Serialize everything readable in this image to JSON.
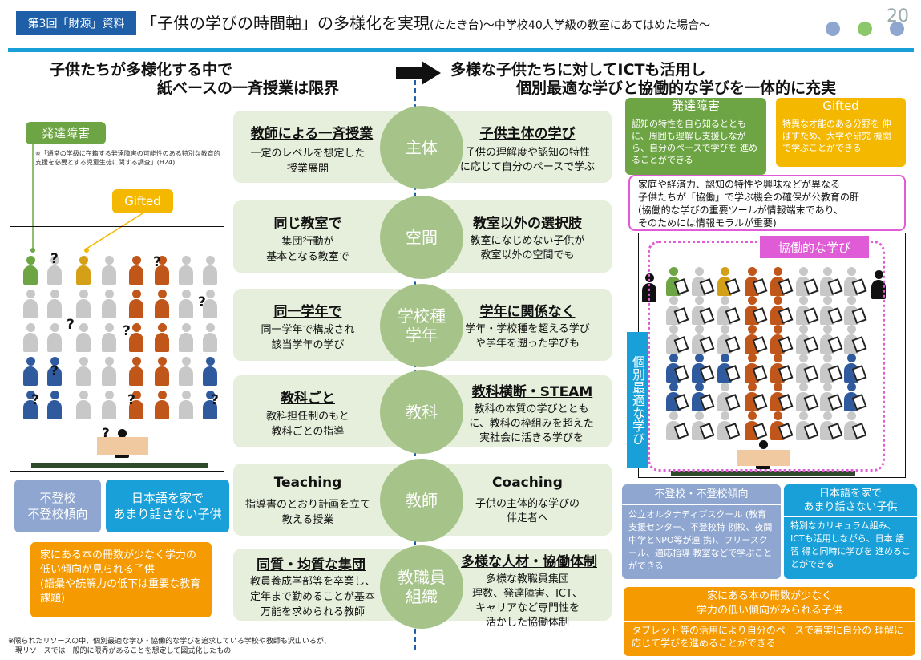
{
  "header": {
    "tag": "第3回「財源」資料",
    "title": "「子供の学びの時間軸」の多様化を実現",
    "title_sub": "(たたき台)～中学校40人学級の教室にあてはめた場合～",
    "page": "20",
    "dot_colors": [
      "#8ea6d0",
      "#8cc86b",
      "#8ea6d0"
    ]
  },
  "left_heading": {
    "line1": "子供たちが多様化する中で",
    "line2": "紙ベースの一斉授業は限界"
  },
  "right_heading": {
    "line1": "多様な子供たちに対してICTも活用し",
    "line2": "個別最適な学びと協働的な学びを一体的に充実"
  },
  "rows": [
    {
      "label": "主体",
      "left_title": "教師による一斉授業",
      "left_desc": "一定のレベルを想定した\n授業展開",
      "right_title": "子供主体の学び",
      "right_desc": "子供の理解度や認知の特性\nに応じて自分のペースで学ぶ"
    },
    {
      "label": "空間",
      "left_title": "同じ教室で",
      "left_desc": "集団行動が\n基本となる教室で",
      "right_title": "教室以外の選択肢",
      "right_desc": "教室になじめない子供が\n教室以外の空間でも"
    },
    {
      "label": "学校種\n学年",
      "left_title": "同一学年で",
      "left_desc": "同一学年で構成され\n該当学年の学び",
      "right_title": "学年に関係なく",
      "right_desc": "学年・学校種を超える学び\nや学年を遡った学びも"
    },
    {
      "label": "教科",
      "left_title": "教科ごと",
      "left_desc": "教科担任制のもと\n教科ごとの指導",
      "right_title": "教科横断・STEAM",
      "right_desc": "教科の本質の学びととも\nに、教科の枠組みを超えた\n実社会に活きる学びを"
    },
    {
      "label": "教師",
      "left_title": "Teaching",
      "left_desc": "指導書のとおり計画を立て\n教える授業",
      "right_title": "Coaching",
      "right_desc": "子供の主体的な学びの\n伴走者へ"
    },
    {
      "label": "教職員\n組織",
      "left_title": "同質・均質な集団",
      "left_desc": "教員養成学部等を卒業し、\n定年まで勤めることが基本\n万能を求められる教師",
      "right_title": "多様な人材・協働体制",
      "right_desc": "多様な教職員集団\n理数、発達障害、ICT、\nキャリアなど専門性を\n活かした協働体制"
    }
  ],
  "left_panel": {
    "hattatsu": "発達障害",
    "note": "※「通常の学級に在籍する発達障害の可能性のある特別な教育的支援を必要とする児童生徒に関する調査」(H24)",
    "gifted": "Gifted",
    "futoko": "不登校\n不登校傾向",
    "nihongo": "日本語を家で\nあまり話さない子供",
    "books": "家にある本の冊数が少なく学力の低い傾向が見られる子供\n(語彙や読解力の低下は重要な教育課題)"
  },
  "right_panel": {
    "hattatsu_title": "発達障害",
    "hattatsu_desc": "認知の特性を自ら知るととも に、周囲も理解し支援しなが ら、自分のペースで学びを 進めることができる",
    "gifted_title": "Gifted",
    "gifted_desc": "特異な才能のある分野を 伸ばすため、大学や研究 機関で学ぶことができる",
    "kyodo_note": "家庭や経済力、認知の特性や興味などが異なる\n子供たちが「協働」で学ぶ機会の確保が公教育の肝\n(協働的な学びの重要ツールが情報端末であり、\nそのためには情報モラルが重要)",
    "kyodo_label": "協働的な学び",
    "kobetsu_label": "個別最適な学び",
    "futoko_title": "不登校・不登校傾向",
    "futoko_desc": "公立オルタナティブスクール (教育支援センター、不登校特 例校、夜間中学とNPO等が連 携)、フリースクール、適応指導 教室などで学ぶことができる",
    "nihongo_title": "日本語を家で\nあまり話さない子供",
    "nihongo_desc": "特別なカリキュラム組み、 ICTも活用しながら、日本 語 習 得と同時に学びを 進めることができる",
    "books_title": "家にある本の冊数が少なく\n学力の低い傾向がみられる子供",
    "books_desc": "タブレット等の活用により自分のペースで着実に自分の 理解に応じて学びを進めることができる"
  },
  "footnote": "※限られたリソースの中、個別最適な学び・協働的な学びを追求している学校や教師も沢山いるが、\n　現リソースでは一般的に限界があることを想定して図式化したもの"
}
